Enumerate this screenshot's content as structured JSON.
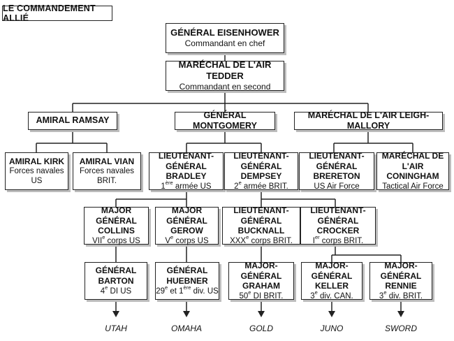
{
  "title": "LE COMMANDEMENT ALLIÉ",
  "top": [
    {
      "name": "GÉNÉRAL EISENHOWER",
      "role": "Commandant en chef"
    },
    {
      "name": "MARÉCHAL DE L'AIR TEDDER",
      "role": "Commandant en second"
    }
  ],
  "commanders": [
    {
      "name": "AMIRAL RAMSAY"
    },
    {
      "name": "GÉNÉRAL MONTGOMERY"
    },
    {
      "name": "MARÉCHAL DE L'AIR LEIGH-MALLORY"
    }
  ],
  "row3": [
    {
      "line1": "AMIRAL KIRK",
      "role": "Forces navales US"
    },
    {
      "line1": "AMIRAL VIAN",
      "role": "Forces navales BRIT."
    },
    {
      "line1": "LIEUTENANT-GÉNÉRAL",
      "line2": "BRADLEY",
      "role_num": "1",
      "role_sup": "ère",
      "role_rest": " armée US"
    },
    {
      "line1": "LIEUTENANT-GÉNÉRAL",
      "line2": "DEMPSEY",
      "role_num": "2",
      "role_sup": "e",
      "role_rest": " armée BRIT."
    },
    {
      "line1": "LIEUTENANT-GÉNÉRAL",
      "line2": "BRERETON",
      "role": "US Air Force"
    },
    {
      "line1": "MARÉCHAL DE L'AIR",
      "line2": "CONINGHAM",
      "role": "Tactical Air Force"
    }
  ],
  "corps": [
    {
      "line1": "MAJOR GÉNÉRAL",
      "line2": "COLLINS",
      "role_num": "VII",
      "role_sup": "e",
      "role_rest": " corps US"
    },
    {
      "line1": "MAJOR GÉNÉRAL",
      "line2": "GEROW",
      "role_num": "V",
      "role_sup": "e",
      "role_rest": " corps US"
    },
    {
      "line1": "LIEUTENANT-GÉNÉRAL",
      "line2": "BUCKNALL",
      "role_num": "XXX",
      "role_sup": "e",
      "role_rest": " corps BRIT."
    },
    {
      "line1": "LIEUTENANT-GÉNÉRAL",
      "line2": "CROCKER",
      "role_num": "I",
      "role_sup": "er",
      "role_rest": " corps BRIT."
    }
  ],
  "divisions": [
    {
      "line1": "GÉNÉRAL BARTON",
      "role_num": "4",
      "role_sup": "e",
      "role_rest": " DI US"
    },
    {
      "line1": "GÉNÉRAL HUEBNER",
      "role_num": "29",
      "role_sup": "e",
      "role_mid": " et 1",
      "role_sup2": "ère",
      "role_rest": " div. US"
    },
    {
      "line1": "MAJOR-GÉNÉRAL",
      "line2": "GRAHAM",
      "role_num": "50",
      "role_sup": "e",
      "role_rest": " DI BRIT."
    },
    {
      "line1": "MAJOR-GÉNÉRAL",
      "line2": "KELLER",
      "role_num": "3",
      "role_sup": "e",
      "role_rest": " div. CAN."
    },
    {
      "line1": "MAJOR-GÉNÉRAL",
      "line2": "RENNIE",
      "role_num": "3",
      "role_sup": "e",
      "role_rest": " div. BRIT."
    }
  ],
  "beaches": [
    "UTAH",
    "OMAHA",
    "GOLD",
    "JUNO",
    "SWORD"
  ],
  "colors": {
    "border": "#222222",
    "shadow": "#bdbdbd",
    "line": "#222222"
  }
}
